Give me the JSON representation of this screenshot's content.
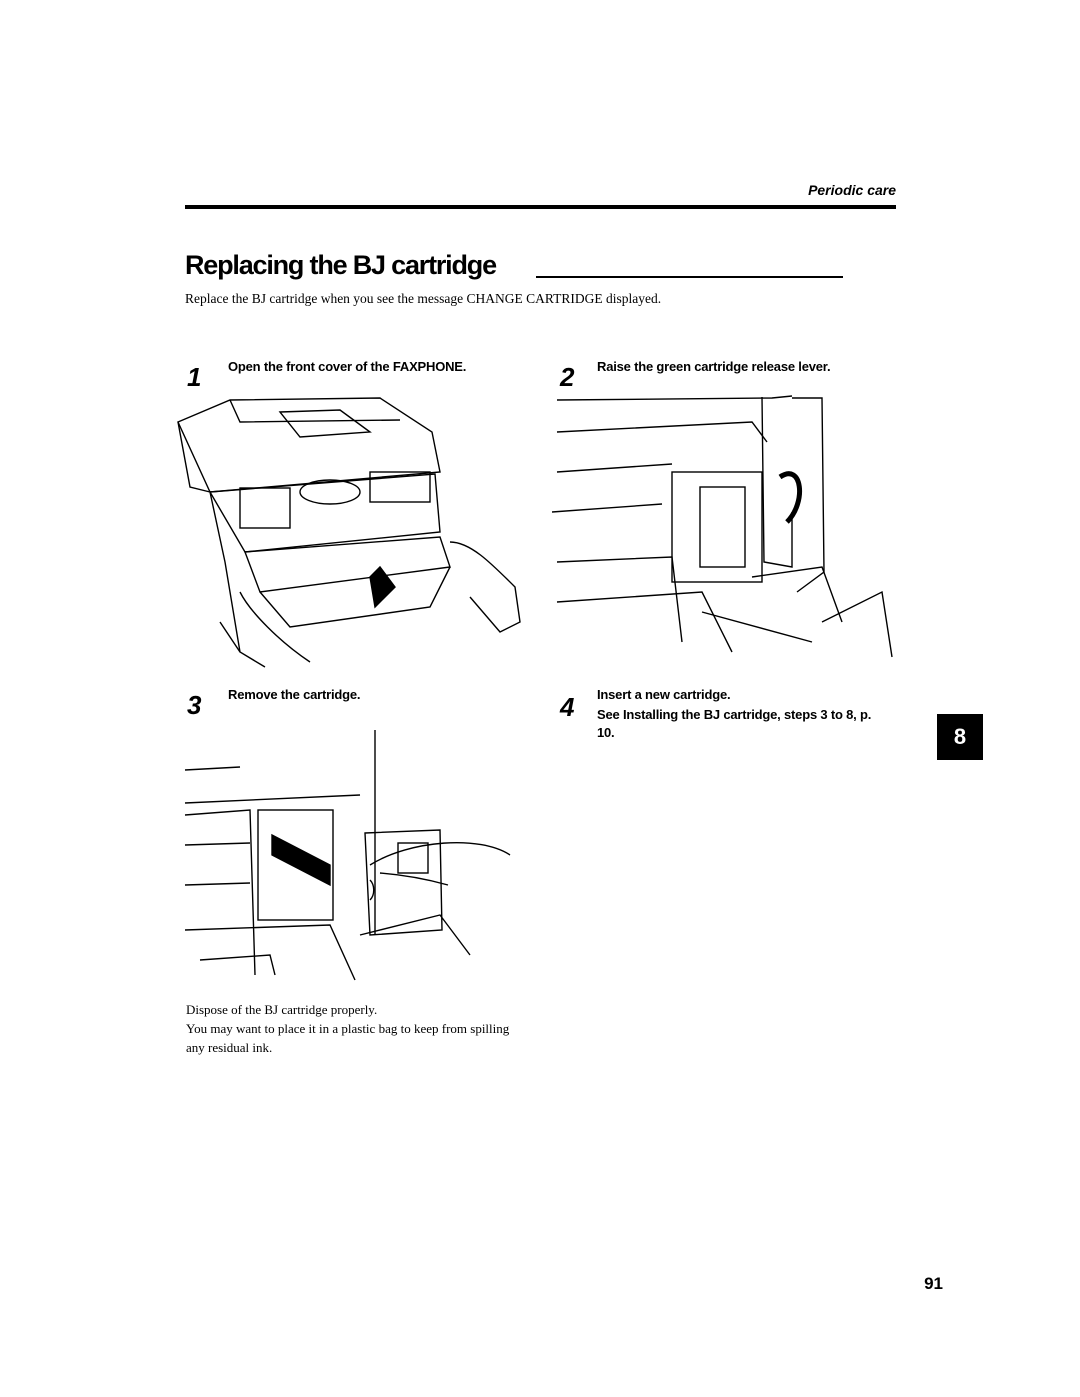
{
  "header": {
    "section": "Periodic care"
  },
  "title": "Replacing the BJ cartridge",
  "intro": "Replace the BJ cartridge when you see the message CHANGE CARTRIDGE displayed.",
  "steps": [
    {
      "number": "1",
      "text": "Open the front cover of the FAXPHONE."
    },
    {
      "number": "2",
      "text": "Raise the green cartridge release lever."
    },
    {
      "number": "3",
      "text": "Remove the cartridge."
    },
    {
      "number": "4",
      "text": "Insert a new cartridge.",
      "subtext": "See Installing the BJ cartridge, steps 3 to 8, p. 10."
    }
  ],
  "notes": {
    "dispose": "Dispose of the BJ cartridge properly.",
    "bag": "You may want to place it in a plastic bag to keep from spilling any residual ink."
  },
  "chapter_tab": "8",
  "page_number": "91"
}
